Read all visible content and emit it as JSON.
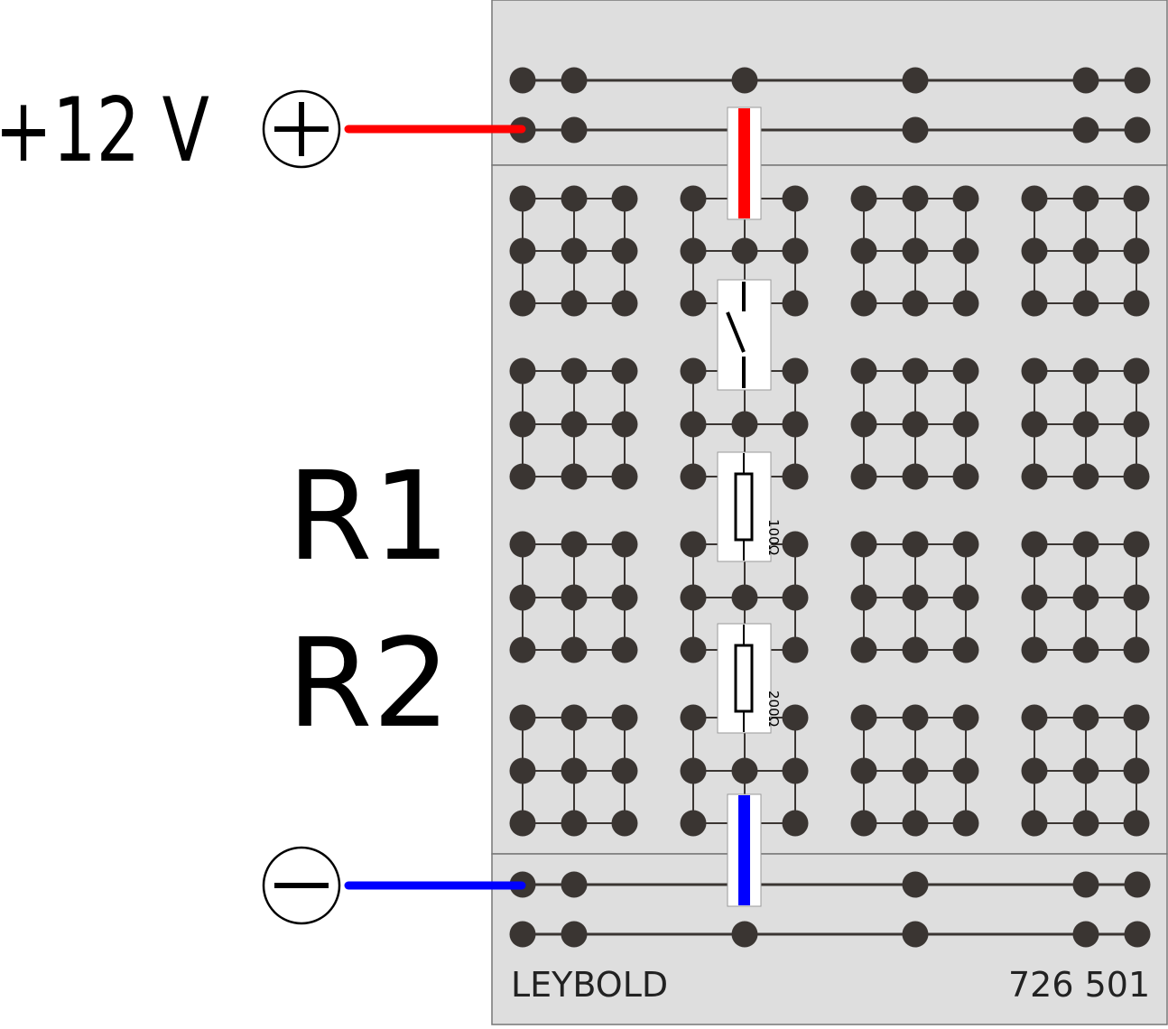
{
  "supply": {
    "voltage_label": "+12 V",
    "positive_symbol": "plus-terminal",
    "negative_symbol": "minus-terminal"
  },
  "components": {
    "r1_label": "R1",
    "r2_label": "R2",
    "r1_value": "100Ω",
    "r2_value": "200Ω",
    "switch": "open-switch"
  },
  "board": {
    "brand": "LEYBOLD",
    "model": "726 501"
  },
  "colors": {
    "positive_wire": "#ff0000",
    "negative_wire": "#0000ff",
    "board": "#dedede",
    "socket": "#3a3532",
    "line": "#3a3532"
  }
}
